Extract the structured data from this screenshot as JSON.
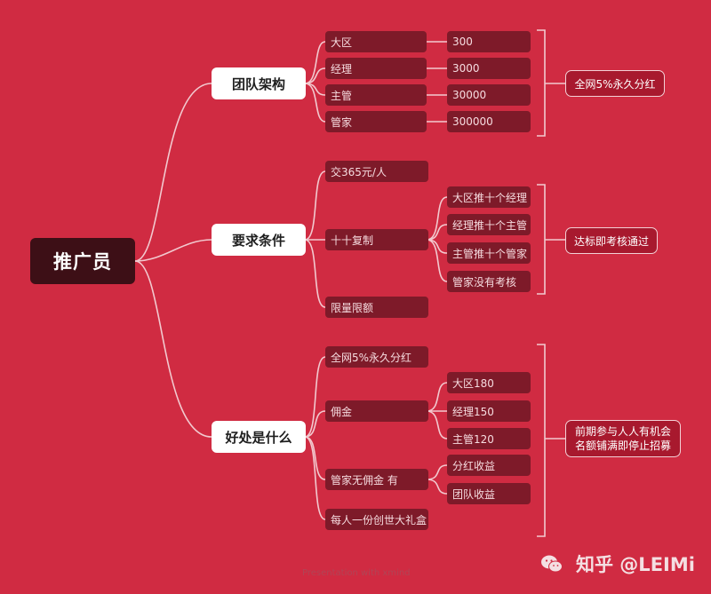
{
  "root": {
    "label": "推广员"
  },
  "branches": [
    {
      "label": "团队架构",
      "children": [
        {
          "label": "大区",
          "children": [
            {
              "label": "300"
            }
          ]
        },
        {
          "label": "经理",
          "children": [
            {
              "label": "3000"
            }
          ]
        },
        {
          "label": "主管",
          "children": [
            {
              "label": "30000"
            }
          ]
        },
        {
          "label": "管家",
          "children": [
            {
              "label": "300000"
            }
          ]
        }
      ],
      "summary": "全网5%永久分红"
    },
    {
      "label": "要求条件",
      "children": [
        {
          "label": "交365元/人"
        },
        {
          "label": "十十复制",
          "children": [
            {
              "label": "大区推十个经理"
            },
            {
              "label": "经理推十个主管"
            },
            {
              "label": "主管推十个管家"
            },
            {
              "label": "管家没有考核"
            }
          ]
        },
        {
          "label": "限量限额"
        }
      ],
      "summary": "达标即考核通过"
    },
    {
      "label": "好处是什么",
      "children": [
        {
          "label": "全网5%永久分红"
        },
        {
          "label": "佣金",
          "children": [
            {
              "label": "大区180"
            },
            {
              "label": "经理150"
            },
            {
              "label": "主管120"
            }
          ]
        },
        {
          "label": "管家无佣金   有",
          "children": [
            {
              "label": "分红收益"
            },
            {
              "label": "团队收益"
            }
          ]
        },
        {
          "label": "每人一份创世大礼盒"
        }
      ],
      "summary": [
        "前期参与人人有机会",
        "名额铺满即停止招募"
      ]
    }
  ],
  "watermarks": {
    "center": "Presentation with xmind",
    "brand": "知乎 @LEIMi"
  }
}
